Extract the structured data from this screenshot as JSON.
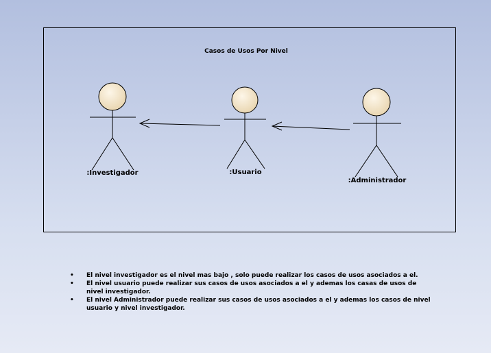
{
  "diagram": {
    "title": "Casos de Usos Por Nivel",
    "actors": [
      {
        "id": "investigador",
        "label": ":Investigador"
      },
      {
        "id": "usuario",
        "label": ":Usuario"
      },
      {
        "id": "administrador",
        "label": ":Administrador"
      }
    ],
    "relations": [
      {
        "from": "usuario",
        "to": "investigador"
      },
      {
        "from": "administrador",
        "to": "usuario"
      }
    ],
    "colors": {
      "actor_head_fill": "#f3e6cc",
      "line": "#000000"
    }
  },
  "notes": [
    "El nivel investigador es el nivel mas bajo , solo puede realizar los casos de usos asociados a el.",
    "El nivel usuario puede realizar sus casos de usos asociados a el y ademas los casas de usos de nivel investigador.",
    "El nivel Administrador puede realizar sus casos de usos asociados a el y ademas los casos de nivel usuario y nivel investigador."
  ]
}
